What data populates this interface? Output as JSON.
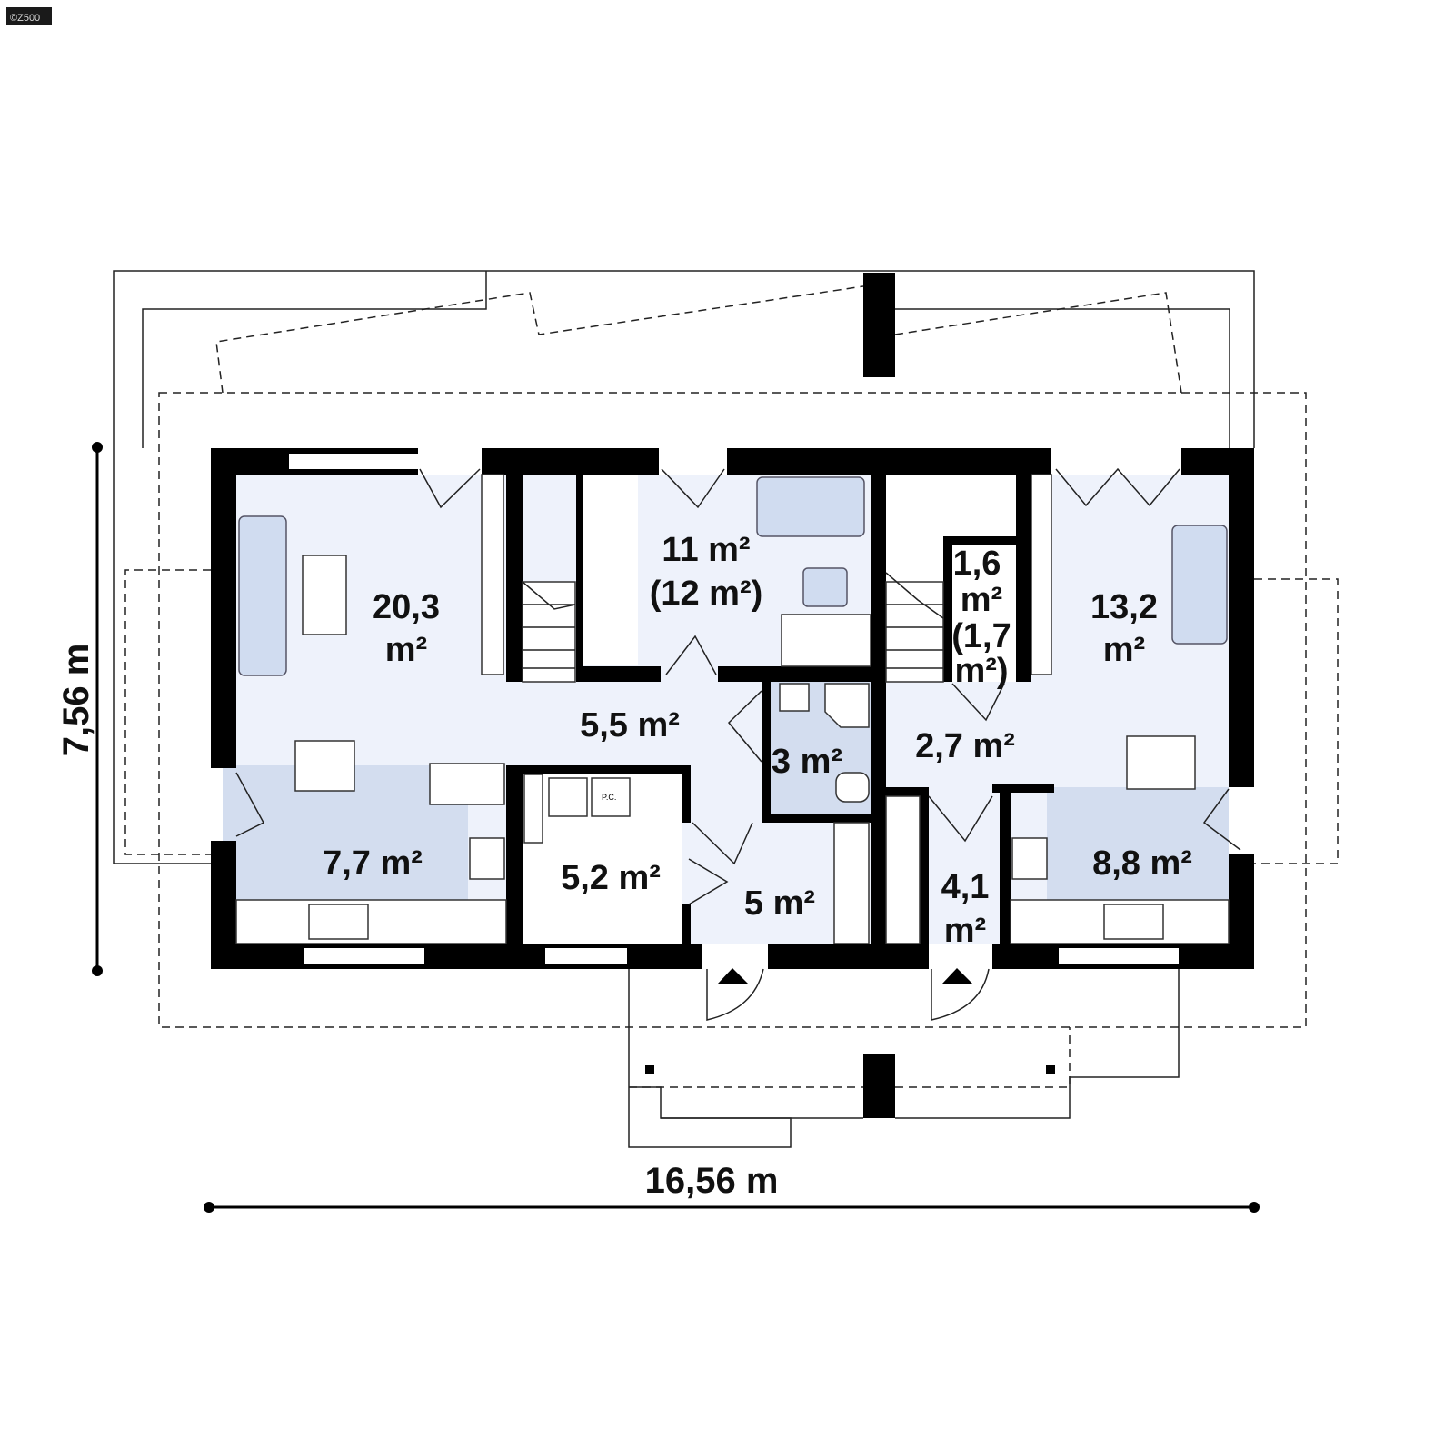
{
  "watermark": "©Z500",
  "dimensions": {
    "height": "7,56 m",
    "width": "16,56 m"
  },
  "rooms": [
    {
      "id": "living-left",
      "area": [
        "20,3",
        "m²"
      ]
    },
    {
      "id": "office",
      "area": [
        "11 m²",
        "(12 m²)"
      ]
    },
    {
      "id": "toilet",
      "area": [
        "1,6",
        "m²",
        "(1,7",
        "m²)"
      ]
    },
    {
      "id": "living-right",
      "area": [
        "13,2",
        "m²"
      ]
    },
    {
      "id": "hall-left",
      "area": [
        "5,5 m²"
      ]
    },
    {
      "id": "bathroom",
      "area": [
        "3 m²"
      ]
    },
    {
      "id": "hall-right",
      "area": [
        "2,7 m²"
      ]
    },
    {
      "id": "kitchen-left",
      "area": [
        "7,7 m²"
      ]
    },
    {
      "id": "utility",
      "area": [
        "5,2 m²"
      ]
    },
    {
      "id": "entry-left",
      "area": [
        "5 m²"
      ]
    },
    {
      "id": "entry-right",
      "area": [
        "4,1",
        "m²"
      ]
    },
    {
      "id": "kitchen-right",
      "area": [
        "8,8 m²"
      ]
    }
  ],
  "boiler_label": "P.C.",
  "colors": {
    "wall": "#000000",
    "room": "#eef2fb",
    "wet_room": "#d3ddef",
    "furniture": "#d0dcf0"
  }
}
